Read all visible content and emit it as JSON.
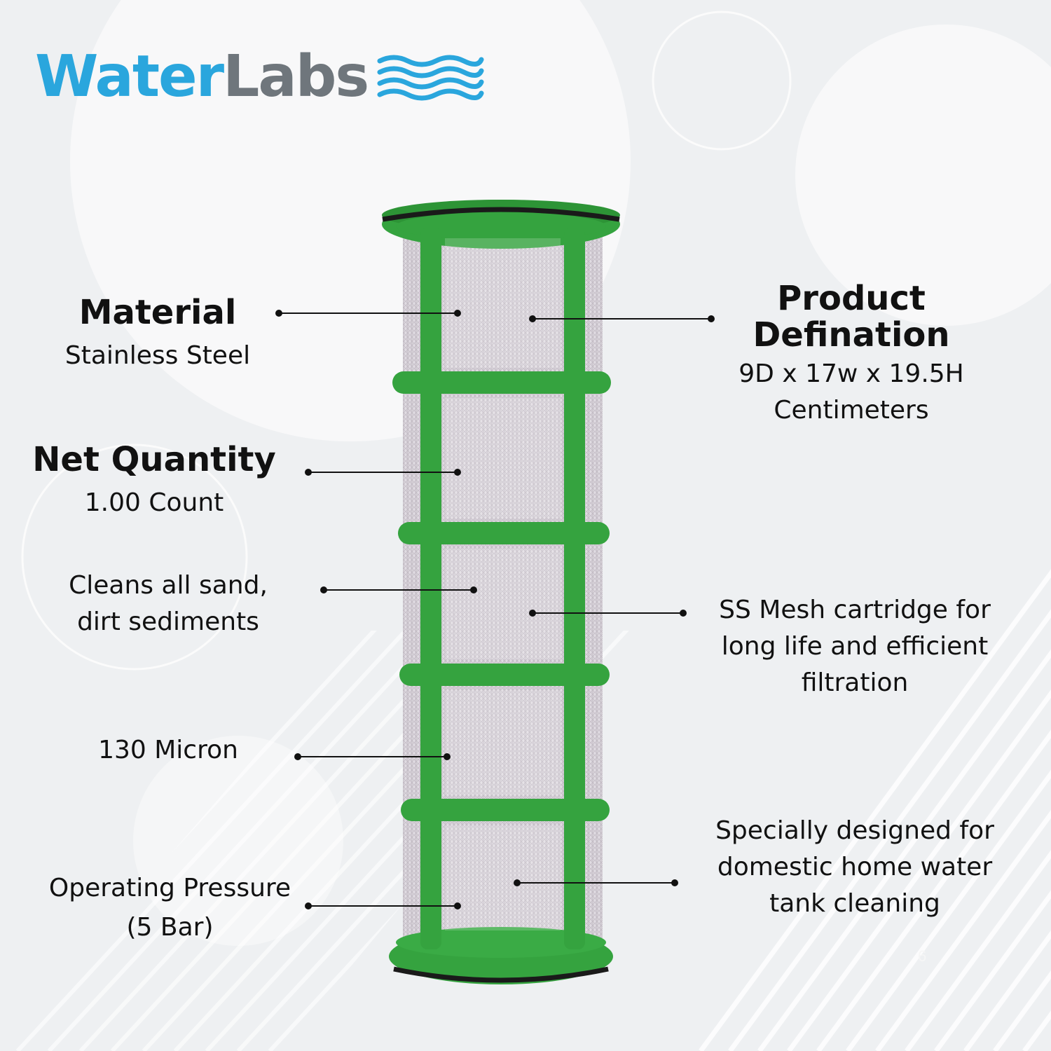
{
  "brand": {
    "word1": "Water",
    "word2": "Labs"
  },
  "colors": {
    "brand_blue": "#2aa6dd",
    "brand_gray": "#6f767c",
    "frame_green": "#35a33f",
    "seal_black": "#1a1a1a"
  },
  "features_left": [
    {
      "title": "Material",
      "text": "Stainless Steel"
    },
    {
      "title": "Net Quantity",
      "text": "1.00 Count"
    },
    {
      "lines": [
        "Cleans all sand,",
        "dirt sediments"
      ]
    },
    {
      "text": "130 Micron"
    },
    {
      "lines": [
        "Operating Pressure",
        "(5 Bar)"
      ]
    }
  ],
  "features_right": [
    {
      "title_lines": [
        "Product",
        "Defination"
      ],
      "lines": [
        "9D x 17w x 19.5H",
        "Centimeters"
      ]
    },
    {
      "lines": [
        "SS Mesh cartridge for",
        "long life and efficient",
        "filtration"
      ]
    },
    {
      "lines": [
        "Specially designed for",
        "domestic home water",
        "tank cleaning"
      ]
    }
  ],
  "page_number": "6"
}
